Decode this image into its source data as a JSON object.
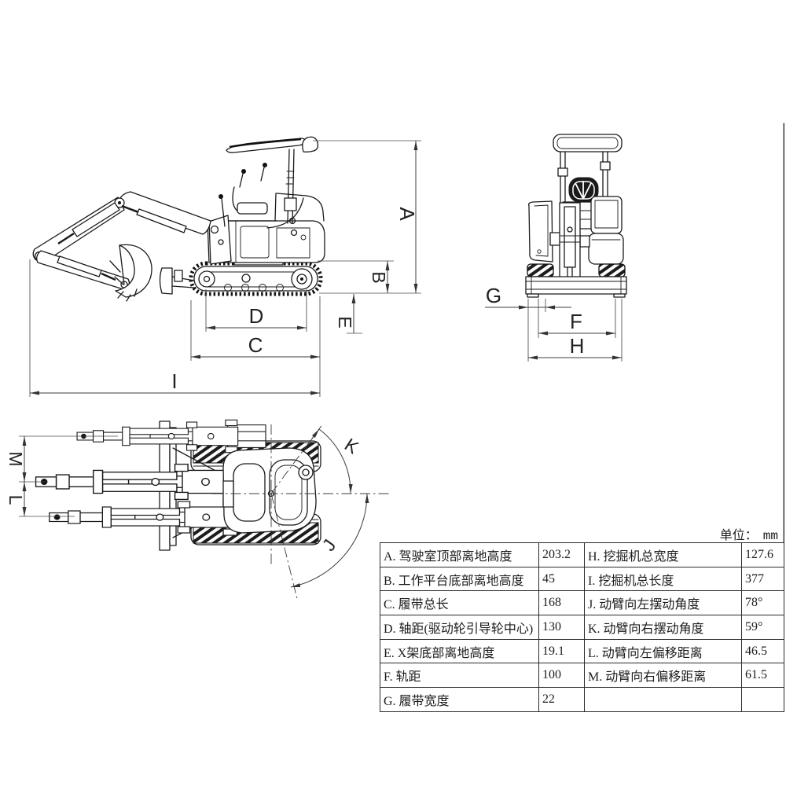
{
  "unit": {
    "label": "单位：",
    "value": "mm"
  },
  "dims": {
    "A": "A",
    "B": "B",
    "C": "C",
    "D": "D",
    "E": "E",
    "F": "F",
    "G": "G",
    "H": "H",
    "I": "I",
    "J": "J",
    "K": "K",
    "L": "L",
    "M": "M"
  },
  "table": {
    "rows": [
      {
        "l1": "A. 驾驶室顶部离地高度",
        "v1": "203.2",
        "l2": "H. 挖掘机总宽度",
        "v2": "127.6"
      },
      {
        "l1": "B. 工作平台底部离地高度",
        "v1": "45",
        "l2": "I. 挖掘机总长度",
        "v2": "377"
      },
      {
        "l1": "C. 履带总长",
        "v1": "168",
        "l2": "J. 动臂向左摆动角度",
        "v2": "78°"
      },
      {
        "l1": "D. 轴距(驱动轮引导轮中心)",
        "v1": "130",
        "l2": "K. 动臂向右摆动角度",
        "v2": "59°"
      },
      {
        "l1": "E. X架底部离地高度",
        "v1": "19.1",
        "l2": "L. 动臂向左偏移距离",
        "v2": "46.5"
      },
      {
        "l1": "F. 轨距",
        "v1": "100",
        "l2": "M. 动臂向右偏移距离",
        "v2": "61.5"
      },
      {
        "l1": "G. 履带宽度",
        "v1": "22",
        "l2": "",
        "v2": ""
      }
    ]
  }
}
